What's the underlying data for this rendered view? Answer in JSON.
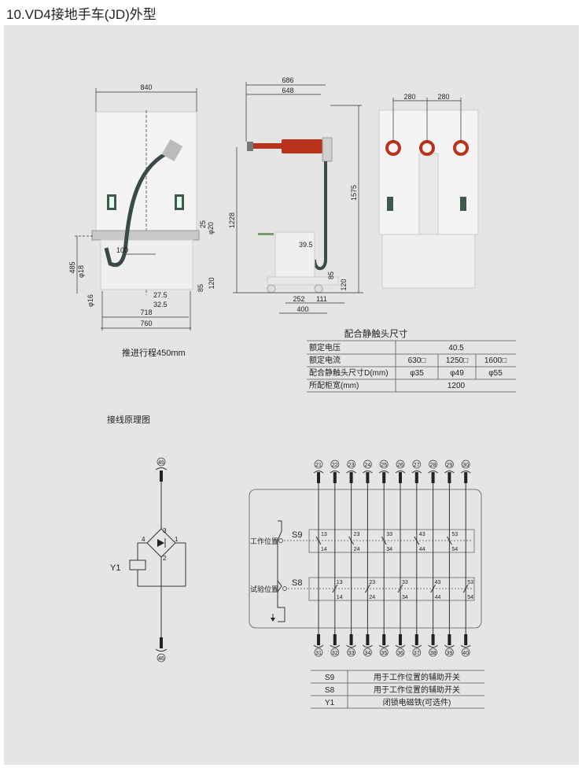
{
  "title": "10.VD4接地手车(JD)外型",
  "front_view": {
    "dims": {
      "width_top": "840",
      "d25": "25",
      "phi20": "φ20",
      "d100": "100",
      "d485": "485",
      "phi18": "φ18",
      "phi16": "φ16",
      "d27_5": "27.5",
      "d32_5": "32.5",
      "d85": "85",
      "d120": "120",
      "d718": "718",
      "d760": "760"
    },
    "stroke_note": "推进行程450mm"
  },
  "side_view": {
    "dims": {
      "d686": "686",
      "d648": "648",
      "d1575": "1575",
      "d1228": "1228",
      "d39_5": "39.5",
      "d85": "85",
      "d120": "120",
      "d252": "252",
      "d111": "111",
      "d400": "400"
    }
  },
  "rear_view": {
    "dims": {
      "d280a": "280",
      "d280b": "280"
    }
  },
  "contact_table": {
    "caption": "配合静触头尺寸",
    "rows": [
      {
        "label": "额定电压",
        "values": [
          "40.5"
        ]
      },
      {
        "label": "额定电流",
        "values": [
          "630□",
          "1250□",
          "1600□"
        ]
      },
      {
        "label": "配合静触头尺寸D(mm)",
        "values": [
          "φ35",
          "φ49",
          "φ55"
        ]
      },
      {
        "label": "所配柜宽(mm)",
        "values": [
          "1200"
        ]
      }
    ]
  },
  "wiring_title": "接线原理图",
  "schematic_left": {
    "top_terminal": "45",
    "bottom_terminal": "46",
    "coil_label": "Y1",
    "pins": [
      "3",
      "4",
      "1",
      "2"
    ]
  },
  "schematic_right": {
    "top_terminals": [
      "21",
      "22",
      "23",
      "24",
      "25",
      "26",
      "27",
      "28",
      "29",
      "30"
    ],
    "bottom_terminals": [
      "31",
      "32",
      "33",
      "34",
      "35",
      "36",
      "37",
      "38",
      "39",
      "40"
    ],
    "s9_label": "S9",
    "s8_label": "S8",
    "work_position": "工作位置",
    "test_position": "试验位置",
    "s9_top": [
      "13",
      "23",
      "33",
      "43",
      "53"
    ],
    "s9_bottom": [
      "14",
      "24",
      "34",
      "44",
      "54"
    ],
    "s8_top": [
      "13",
      "23",
      "33",
      "43",
      "53"
    ],
    "s8_bottom": [
      "14",
      "24",
      "34",
      "44",
      "54"
    ]
  },
  "legend_table": [
    {
      "code": "S9",
      "desc": "用于工作位置的辅助开关"
    },
    {
      "code": "S8",
      "desc": "用于工作位置的辅助开关"
    },
    {
      "code": "Y1",
      "desc": "闭锁电磁铁(可选件)"
    }
  ],
  "colors": {
    "panel": "#e5e5e4",
    "insulator": "#b8321c",
    "cable": "#3a4a4a"
  }
}
